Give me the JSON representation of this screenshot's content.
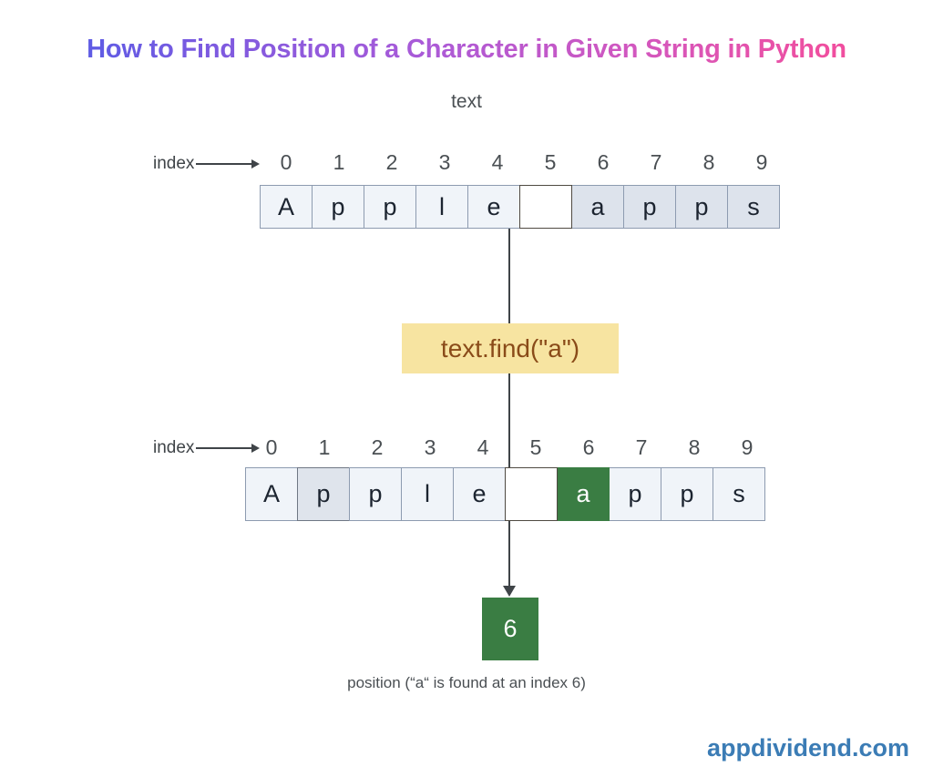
{
  "title": "How to Find Position of a Character in Given String in Python",
  "variable_label": "text",
  "index_label": "index",
  "indices": [
    "0",
    "1",
    "2",
    "3",
    "4",
    "5",
    "6",
    "7",
    "8",
    "9"
  ],
  "string_rows": [
    {
      "name": "input-string",
      "cells": [
        {
          "char": "A",
          "style": "light"
        },
        {
          "char": "p",
          "style": "light"
        },
        {
          "char": "p",
          "style": "light"
        },
        {
          "char": "l",
          "style": "light"
        },
        {
          "char": "e",
          "style": "light"
        },
        {
          "char": "",
          "style": "blank"
        },
        {
          "char": "a",
          "style": "shade"
        },
        {
          "char": "p",
          "style": "shade"
        },
        {
          "char": "p",
          "style": "shade"
        },
        {
          "char": "s",
          "style": "shade"
        }
      ]
    },
    {
      "name": "result-string",
      "cells": [
        {
          "char": "A",
          "style": "light"
        },
        {
          "char": "p",
          "style": "shade2"
        },
        {
          "char": "p",
          "style": "light"
        },
        {
          "char": "l",
          "style": "light"
        },
        {
          "char": "e",
          "style": "light"
        },
        {
          "char": "",
          "style": "blank"
        },
        {
          "char": "a",
          "style": "hit"
        },
        {
          "char": "p",
          "style": "light"
        },
        {
          "char": "p",
          "style": "light"
        },
        {
          "char": "s",
          "style": "light"
        }
      ]
    }
  ],
  "method_call": "text.find(\"a\")",
  "result_value": "6",
  "caption": "position (“a“ is found at an index 6)",
  "branding": "appdividend.com",
  "colors": {
    "highlight_green": "#3a7d43",
    "callout_yellow": "#f7e4a1",
    "callout_text": "#8a4b19",
    "brand_blue": "#3b7cb5",
    "cell_light": "#f0f4f9",
    "cell_shade": "#dde3ec",
    "line": "#3f4448"
  }
}
